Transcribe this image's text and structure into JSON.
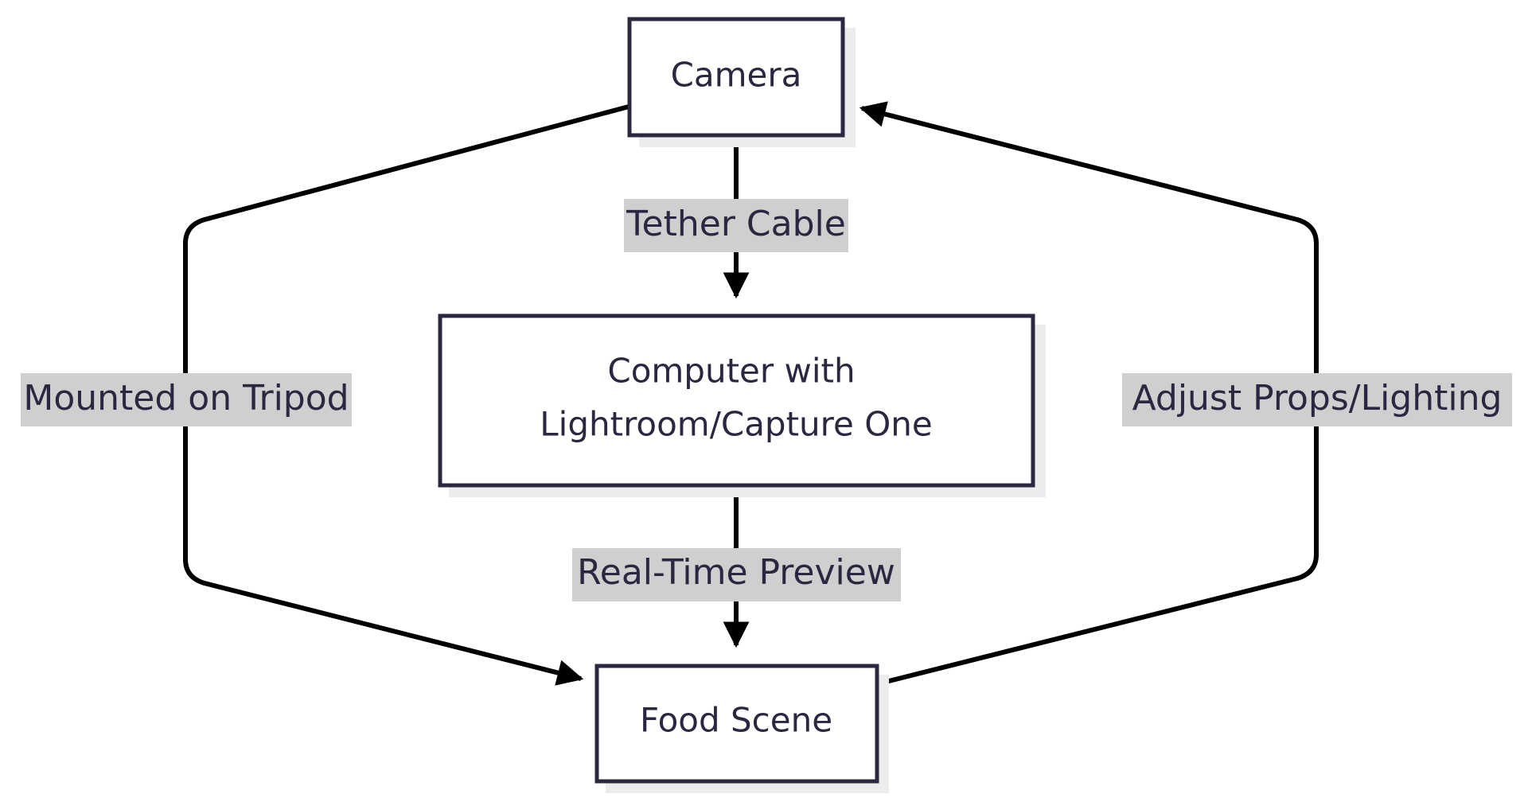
{
  "nodes": {
    "camera": {
      "label": "Camera"
    },
    "computer": {
      "label_line1": "Computer with",
      "label_line2": "Lightroom/Capture One"
    },
    "food_scene": {
      "label": "Food Scene"
    }
  },
  "edges": {
    "tether": {
      "label": "Tether Cable"
    },
    "preview": {
      "label": "Real-Time Preview"
    },
    "tripod": {
      "label": "Mounted on Tripod"
    },
    "adjust": {
      "label": "Adjust Props/Lighting"
    }
  }
}
